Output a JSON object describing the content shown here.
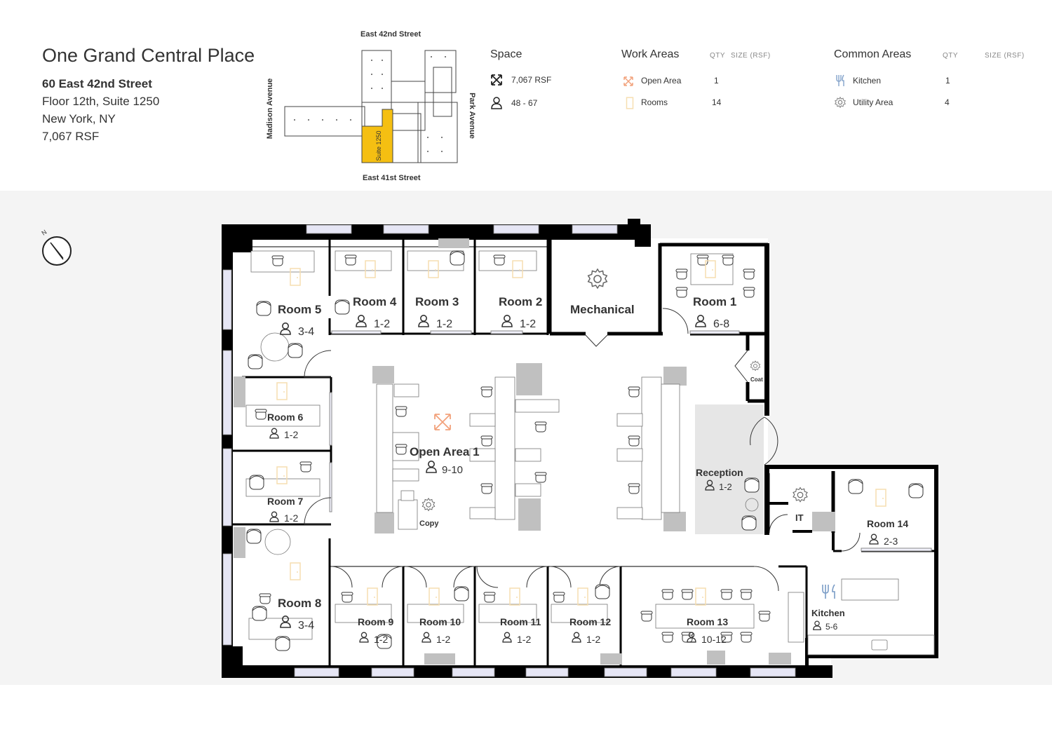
{
  "building": {
    "title": "One Grand Central Place",
    "address": "60 East 42nd Street",
    "floor_suite": "Floor 12th, Suite 1250",
    "city": "New York, NY",
    "rsf": "7,067 RSF"
  },
  "keyplan": {
    "north_street": "East 42nd Street",
    "south_street": "East 41st Street",
    "west_street": "Madison Avenue",
    "east_street": "Park Avenue",
    "suite_label": "Suite 1250",
    "highlight_color": "#f5bf12"
  },
  "space": {
    "title": "Space",
    "area": "7,067 RSF",
    "occupancy": "48 - 67"
  },
  "work_areas": {
    "title": "Work Areas",
    "qty_header": "QTY",
    "size_header": "SIZE (RSF)",
    "rows": [
      {
        "label": "Open Area",
        "qty": "1",
        "icon": "expand-icon",
        "color": "#f2a27c"
      },
      {
        "label": "Rooms",
        "qty": "14",
        "icon": "door-icon",
        "color": "#f6deb0"
      }
    ]
  },
  "common_areas": {
    "title": "Common Areas",
    "qty_header": "QTY",
    "size_header": "SIZE (RSF)",
    "rows": [
      {
        "label": "Kitchen",
        "qty": "1",
        "icon": "fork-knife-icon",
        "color": "#7a9cc6"
      },
      {
        "label": "Utility Area",
        "qty": "4",
        "icon": "gear-icon",
        "color": "#888888"
      }
    ]
  },
  "compass": {
    "north_label": "N"
  },
  "rooms": {
    "room5": {
      "name": "Room 5",
      "cap": "3-4"
    },
    "room4": {
      "name": "Room 4",
      "cap": "1-2"
    },
    "room3": {
      "name": "Room 3",
      "cap": "1-2"
    },
    "room2": {
      "name": "Room 2",
      "cap": "1-2"
    },
    "mechanical": {
      "name": "Mechanical"
    },
    "room1": {
      "name": "Room 1",
      "cap": "6-8"
    },
    "coat": {
      "name": "Coat"
    },
    "room6": {
      "name": "Room 6",
      "cap": "1-2"
    },
    "room7": {
      "name": "Room 7",
      "cap": "1-2"
    },
    "open1": {
      "name": "Open Area 1",
      "cap": "9-10"
    },
    "copy": {
      "name": "Copy"
    },
    "reception": {
      "name": "Reception",
      "cap": "1-2"
    },
    "it": {
      "name": "IT"
    },
    "room14": {
      "name": "Room 14",
      "cap": "2-3"
    },
    "room8": {
      "name": "Room 8",
      "cap": "3-4"
    },
    "room9": {
      "name": "Room 9",
      "cap": "1-2"
    },
    "room10": {
      "name": "Room 10",
      "cap": "1-2"
    },
    "room11": {
      "name": "Room 11",
      "cap": "1-2"
    },
    "room12": {
      "name": "Room 12",
      "cap": "1-2"
    },
    "room13": {
      "name": "Room 13",
      "cap": "10-12"
    },
    "kitchen": {
      "name": "Kitchen",
      "cap": "5-6"
    }
  },
  "colors": {
    "wall": "#000000",
    "window": "#e6e6f5",
    "column": "#c0c0c0",
    "reception": "#e6e6e6",
    "door_icon": "#f6deb0",
    "open_icon": "#f2a27c"
  }
}
